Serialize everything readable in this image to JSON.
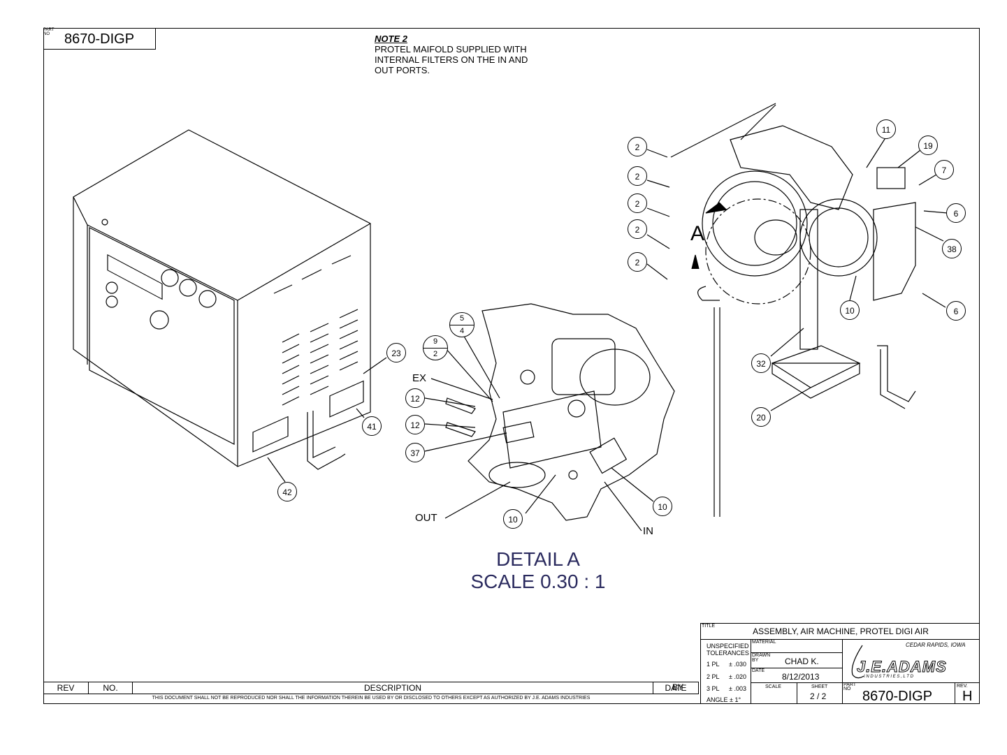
{
  "part_no": {
    "label": "PART NO",
    "value": "8670-DIGP"
  },
  "note": {
    "heading": "NOTE 2",
    "lines": [
      "PROTEL MAIFOLD SUPPLIED WITH",
      "INTERNAL FILTERS ON THE IN AND",
      "OUT PORTS."
    ]
  },
  "view_label_a": "A",
  "callouts": {
    "c2a": "2",
    "c2b": "2",
    "c2c": "2",
    "c2d": "2",
    "c2e": "2",
    "c11": "11",
    "c19": "19",
    "c7": "7",
    "c6a": "6",
    "c38": "38",
    "c6b": "6",
    "c10a": "10",
    "c32": "32",
    "c20": "20",
    "c23": "23",
    "c41": "41",
    "c42": "42",
    "c12a": "12",
    "c12b": "12",
    "c37": "37",
    "c10b": "10",
    "c10c": "10"
  },
  "fraction_callouts": {
    "f54_top": "5",
    "f54_bottom": "4",
    "f92_top": "9",
    "f92_bottom": "2"
  },
  "port_labels": {
    "ex": "EX",
    "out": "OUT",
    "in": "IN"
  },
  "detail": {
    "title": "DETAIL  A",
    "scale": "SCALE 0.30 : 1"
  },
  "rev_block": {
    "rev": "REV",
    "no": "NO.",
    "description": "DESCRIPTION",
    "date": "DATE",
    "by": "BY"
  },
  "disclaimer": "THIS DOCUMENT SHALL NOT BE REPRODUCED NOR SHALL THE INFORMATION THEREIN BE USED BY OR DISCLOSED TO OTHERS EXCEPT AS AUTHORIZED BY J.E. ADAMS INDUSTRIES",
  "title_block": {
    "title_label": "TITLE",
    "title": "ASSEMBLY, AIR MACHINE, PROTEL DIGI AIR",
    "tolerances": {
      "header": "UNSPECIFIED TOLERANCES",
      "pl1": "1 PL",
      "pl1v": "± .030",
      "pl2": "2 PL",
      "pl2v": "± .020",
      "pl3": "3 PL",
      "pl3v": "± .003",
      "angle": "ANGLE  ± 1°"
    },
    "material_label": "MATERIAL",
    "drawn_by_label": "DRAWN BY",
    "drawn_by": "CHAD K.",
    "date_label": "DATE",
    "date": "8/12/2013",
    "scale_label": "SCALE",
    "sheet_label": "SHEET",
    "sheet": "2  / 2",
    "location": "CEDAR  RAPIDS,  IOWA",
    "company": "J.E.ADAMS",
    "company_sub": "I N D U S T R I E S ,  L T D",
    "part_label": "PART NO",
    "part_no": "8670-DIGP",
    "rev_label": "REV.",
    "rev": "H"
  }
}
